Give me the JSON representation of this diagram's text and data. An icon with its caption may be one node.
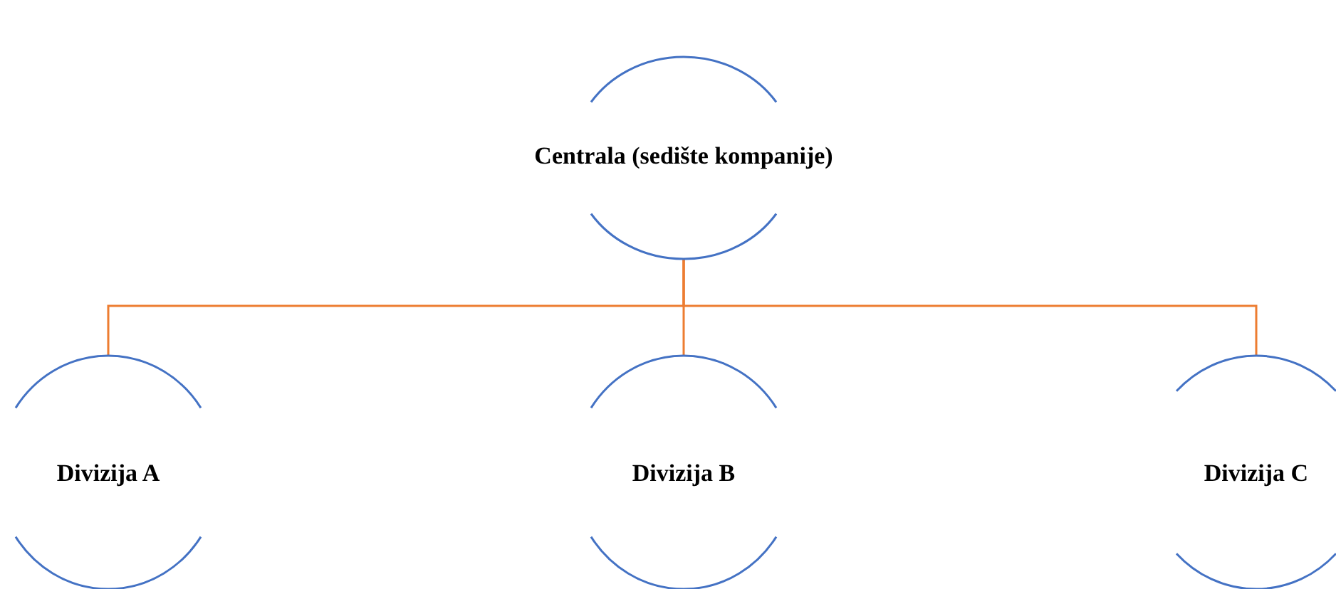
{
  "diagram": {
    "nodes": [
      {
        "text": [
          "Centrala  (sedište kompanije)"
        ]
      },
      {
        "text": [
          "Divizija  A"
        ]
      },
      {
        "text": [
          "Divizija B"
        ]
      },
      {
        "text": [
          "Divizija C"
        ]
      }
    ],
    "edges": [
      {
        "from": 0,
        "to": 1,
        "arrow": "none"
      },
      {
        "from": 0,
        "to": 2,
        "arrow": "none"
      },
      {
        "from": 0,
        "to": 3,
        "arrow": "none"
      }
    ]
  }
}
